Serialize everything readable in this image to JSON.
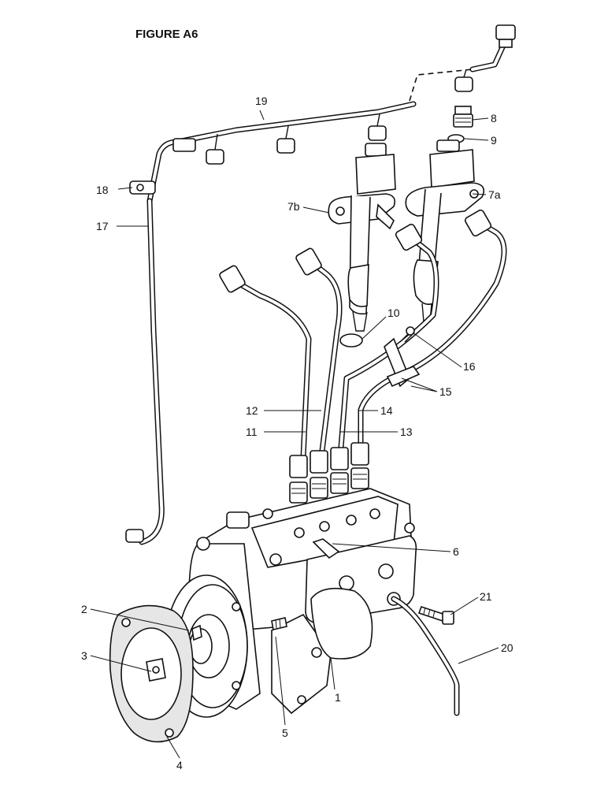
{
  "figure": {
    "title": "FIGURE A6"
  },
  "callouts": {
    "c1": "1",
    "c2": "2",
    "c3": "3",
    "c4": "4",
    "c5": "5",
    "c6": "6",
    "c7a": "7a",
    "c7b": "7b",
    "c8": "8",
    "c9": "9",
    "c10": "10",
    "c11": "11",
    "c12": "12",
    "c13": "13",
    "c14": "14",
    "c15": "15",
    "c16": "16",
    "c17": "17",
    "c18": "18",
    "c19": "19",
    "c20": "20",
    "c21": "21"
  }
}
